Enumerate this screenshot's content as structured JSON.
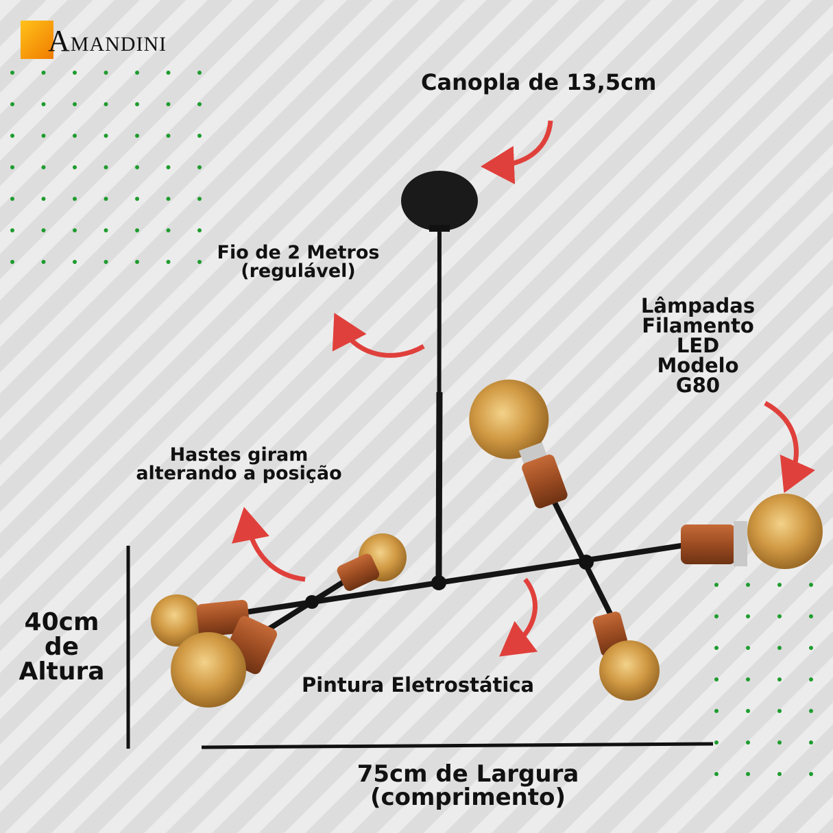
{
  "brand": {
    "logo_text": "AMANDINI",
    "first_letter": "A",
    "rest": "MANDINI"
  },
  "labels": {
    "canopy": "Canopla de 13,5cm",
    "wire_line1": "Fio de 2 Metros",
    "wire_line2": "(regulável)",
    "bulbs_line1": "Lâmpadas",
    "bulbs_line2": "Filamento",
    "bulbs_line3": "LED",
    "bulbs_line4": "Modelo",
    "bulbs_line5": "G80",
    "arms_line1": "Hastes giram",
    "arms_line2": "alterando a posição",
    "paint": "Pintura Eletrostática",
    "height_line1": "40cm",
    "height_line2": "de",
    "height_line3": "Altura",
    "width_line1": "75cm de Largura",
    "width_line2": "(comprimento)"
  },
  "colors": {
    "arrow": "#e0403b",
    "dots": "#1e9c2e",
    "fixture": "#141414",
    "socket": "#a5542a",
    "bulb": "#d49a3c"
  }
}
